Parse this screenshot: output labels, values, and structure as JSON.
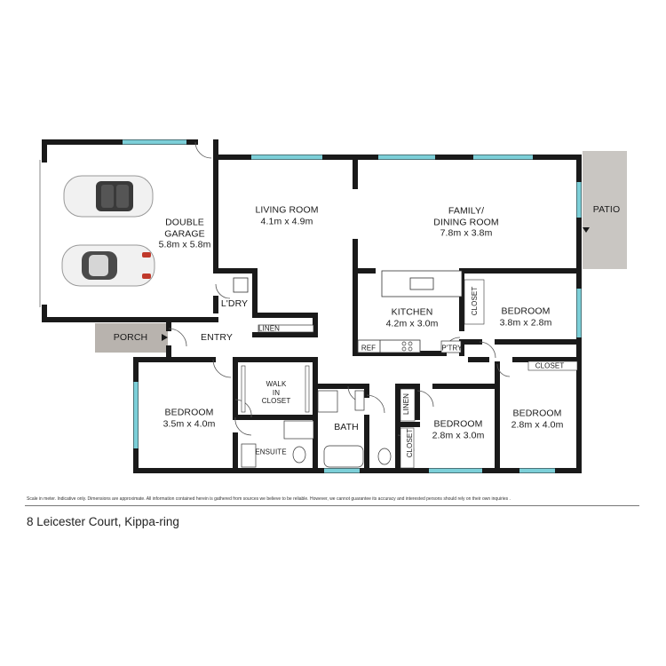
{
  "rooms": {
    "garage": {
      "name": "DOUBLE\nGARAGE",
      "dim": "5.8m x 5.8m"
    },
    "living": {
      "name": "LIVING ROOM",
      "dim": "4.1m x 4.9m"
    },
    "family": {
      "name": "FAMILY/\nDINING ROOM",
      "dim": "7.8m x 3.8m"
    },
    "patio": {
      "name": "PATIO"
    },
    "kitchen": {
      "name": "KITCHEN",
      "dim": "4.2m x 3.0m"
    },
    "bed_ne": {
      "name": "BEDROOM",
      "dim": "3.8m x 2.8m"
    },
    "bed_sw": {
      "name": "BEDROOM",
      "dim": "3.5m x 4.0m"
    },
    "bed_s": {
      "name": "BEDROOM",
      "dim": "2.8m x 3.0m"
    },
    "bed_se": {
      "name": "BEDROOM",
      "dim": "2.8m x 4.0m"
    },
    "laundry": {
      "name": "L'DRY"
    },
    "entry": {
      "name": "ENTRY"
    },
    "porch": {
      "name": "PORCH"
    },
    "linen1": {
      "name": "LINEN"
    },
    "linen2": {
      "name": "LINEN"
    },
    "walkin": {
      "name": "WALK\nIN\nCLOSET"
    },
    "ensuite": {
      "name": "ENSUITE"
    },
    "bath": {
      "name": "BATH"
    },
    "closet1": {
      "name": "CLOSET"
    },
    "closet2": {
      "name": "CLOSET"
    },
    "closet3": {
      "name": "CLOSET"
    },
    "ref": {
      "name": "REF"
    },
    "pantry": {
      "name": "P'TRY"
    }
  },
  "disclaimer": "Scale in meter. Indicative only. Dimensions are approximate. All information contained herein is gathered from sources we believe to be reliable. However, we cannot guarantee its accuracy and interested persons should rely on their own inquiries .",
  "address": "8 Leicester Court, Kippa-ring",
  "colors": {
    "wall": "#1a1a1a",
    "window": "#7ccfd8",
    "porch": "#b8b3ae",
    "patio": "#c9c6c2"
  }
}
